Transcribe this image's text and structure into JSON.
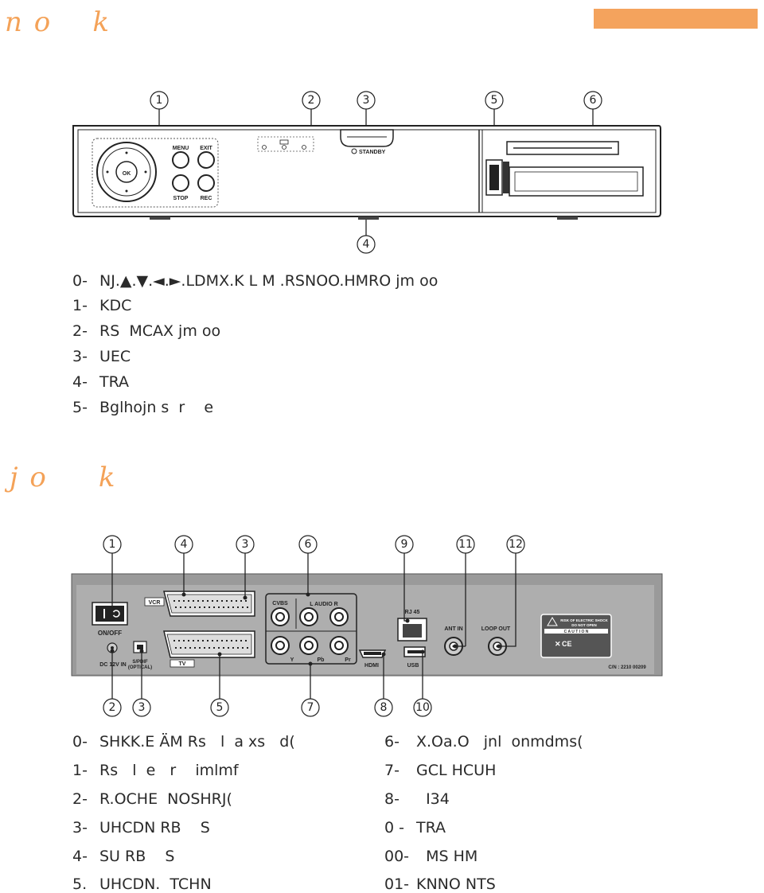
{
  "front": {
    "heading": "n o    k",
    "figure": {
      "callouts": [
        "1",
        "2",
        "3",
        "4",
        "5",
        "6"
      ],
      "menu_label": "MENU",
      "exit_label": "EXIT",
      "stop_label": "STOP",
      "rec_label": "REC",
      "ok_label": "OK",
      "standby_label": "STANDBY"
    },
    "items": [
      {
        "num": "0-",
        "text": "NJ.▲.▼.◄.►.LDMX.K L M .RSNOO.HMRO jm oo"
      },
      {
        "num": "1-",
        "text": "KDC"
      },
      {
        "num": "2-",
        "text": "RS  MCAX jm oo"
      },
      {
        "num": "3-",
        "text": "UEC"
      },
      {
        "num": "4-",
        "text": "TRA"
      },
      {
        "num": "5-",
        "text": "Bglhojn s  r    e"
      }
    ]
  },
  "rear": {
    "heading": "j o     k",
    "figure": {
      "callouts_top": [
        "1",
        "4",
        "3",
        "6",
        "9",
        "11",
        "12"
      ],
      "callouts_bottom": [
        "2",
        "3",
        "5",
        "7",
        "8",
        "10"
      ],
      "vcr_label": "VCR",
      "tv_label": "TV",
      "onoff_label": "ON/OFF",
      "dc_label": "DC 12V IN",
      "spdif_label": "S/PDIF",
      "optical_label": "(OPTICAL)",
      "cvbs_label": "CVBS",
      "audio_label": "L    AUDIO    R",
      "y_label": "Y",
      "pb_label": "Pb",
      "pr_label": "Pr",
      "hdmi_label": "HDMI",
      "rj45_label": "RJ 45",
      "usb_label": "USB",
      "antin_label": "ANT IN",
      "loopout_label": "LOOP OUT",
      "warning_line1": "RISK OF ELECTRIC SHOCK",
      "warning_line2": "DO NOT OPEN",
      "caution_label": "C A U T I O N",
      "ce_label": "CE",
      "cn_label": "C/N : 2210 00209"
    },
    "items_left": [
      {
        "num": "0-",
        "text": "SHKK.E ÄM Rs   l  a xs   d("
      },
      {
        "num": "1-",
        "text": "Rs   l  e   r    imlmf"
      },
      {
        "num": "2-",
        "text": "R.OCHE  NOSHRJ("
      },
      {
        "num": "3-",
        "text": "UHCDN RB    S"
      },
      {
        "num": "4-",
        "text": "SU RB    S"
      },
      {
        "num": "5.",
        "text": "UHCDN.  TCHN"
      }
    ],
    "items_right": [
      {
        "num": "6-",
        "text": "X.Oa.O   jnl  onmdms("
      },
      {
        "num": "7-",
        "text": "GCL HCUH"
      },
      {
        "num": "8-",
        "text": "  I34"
      },
      {
        "num": "0 -",
        "text": "TRA"
      },
      {
        "num": "00-",
        "text": "  MS HM"
      },
      {
        "num": "01-",
        "text": "KNNO NTS"
      }
    ]
  }
}
